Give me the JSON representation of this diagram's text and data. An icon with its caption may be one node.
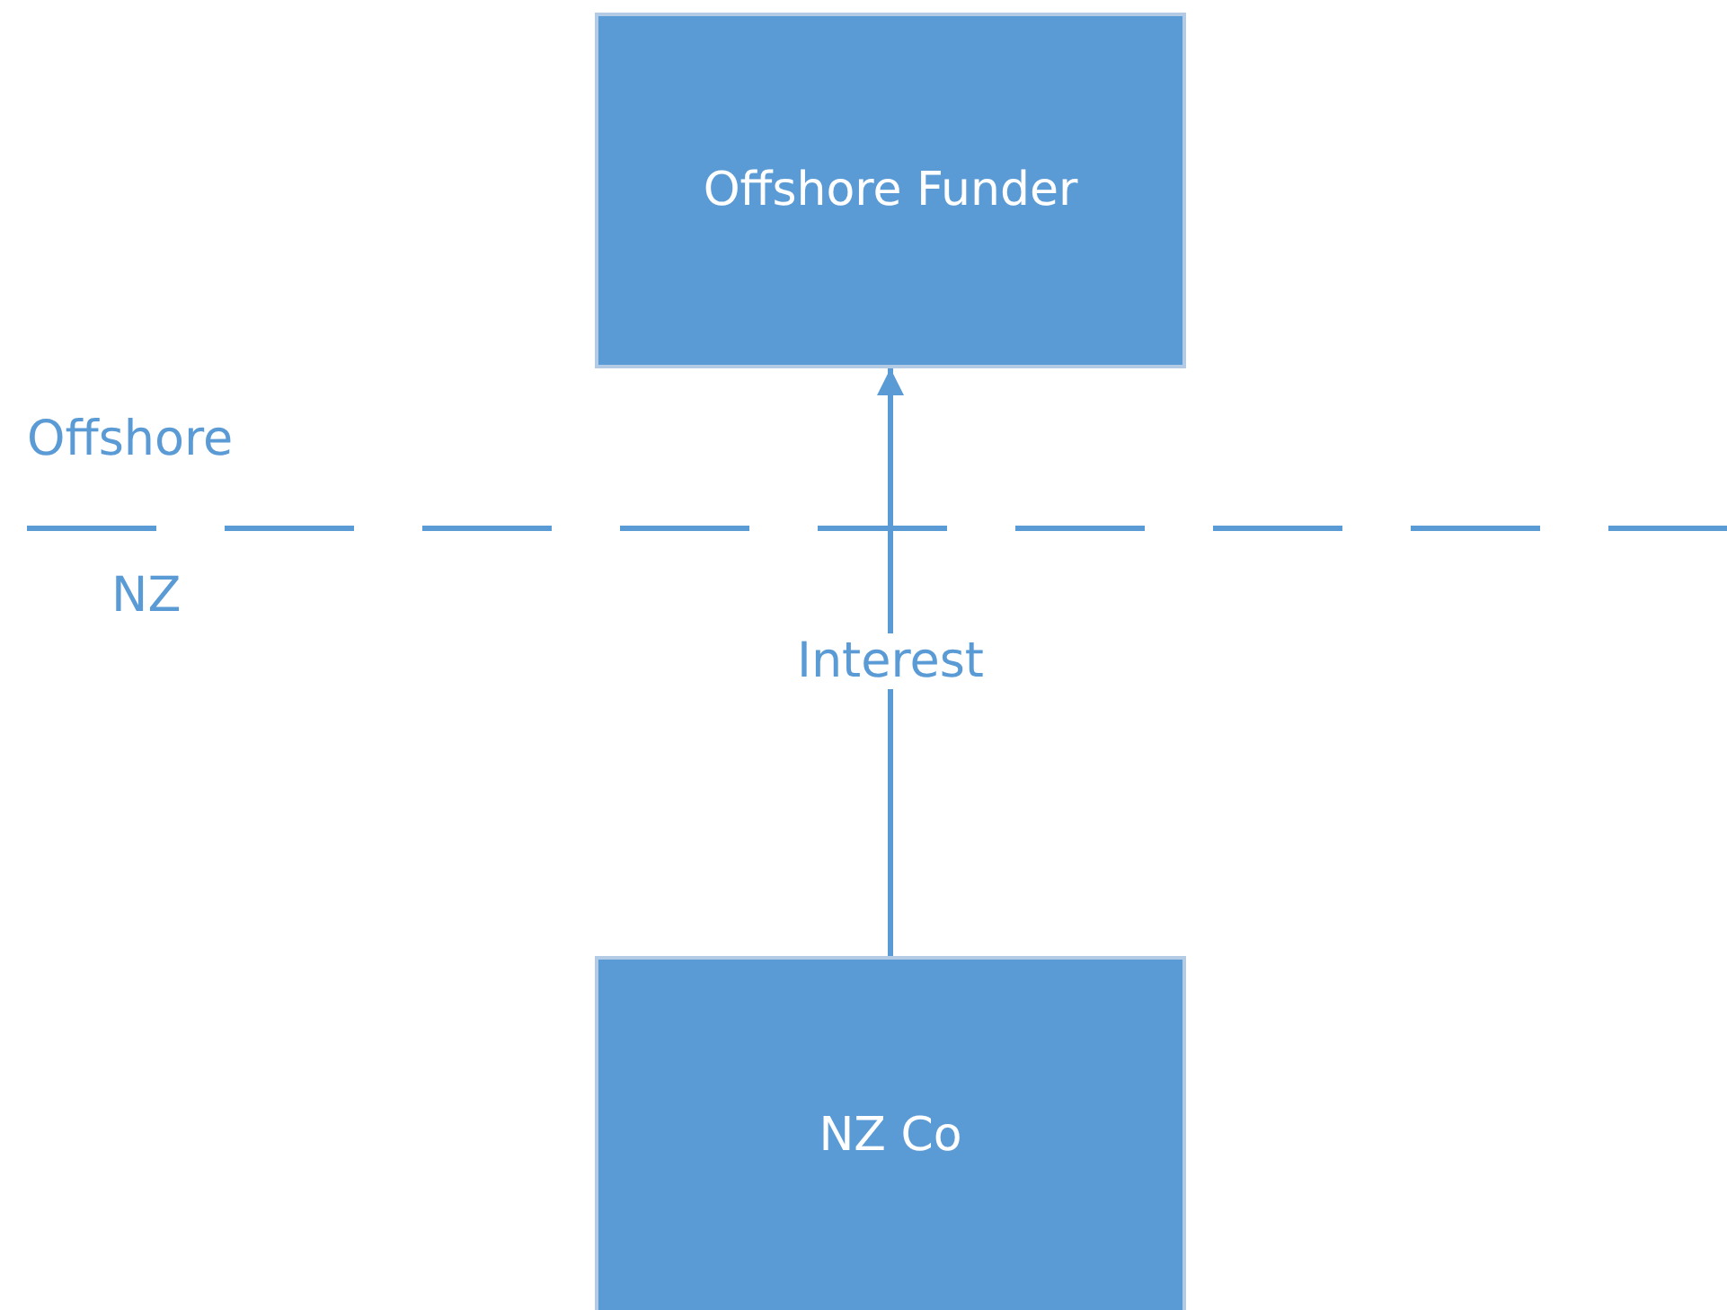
{
  "diagram": {
    "nodes": [
      {
        "text": [
          "Offshore Funder"
        ]
      },
      {
        "text": [
          "NZ Co"
        ]
      }
    ],
    "edges": [
      {
        "from": 1,
        "to": 0,
        "arrow": "to",
        "label": "Interest"
      }
    ],
    "labels": [
      "Offshore",
      "NZ"
    ]
  }
}
